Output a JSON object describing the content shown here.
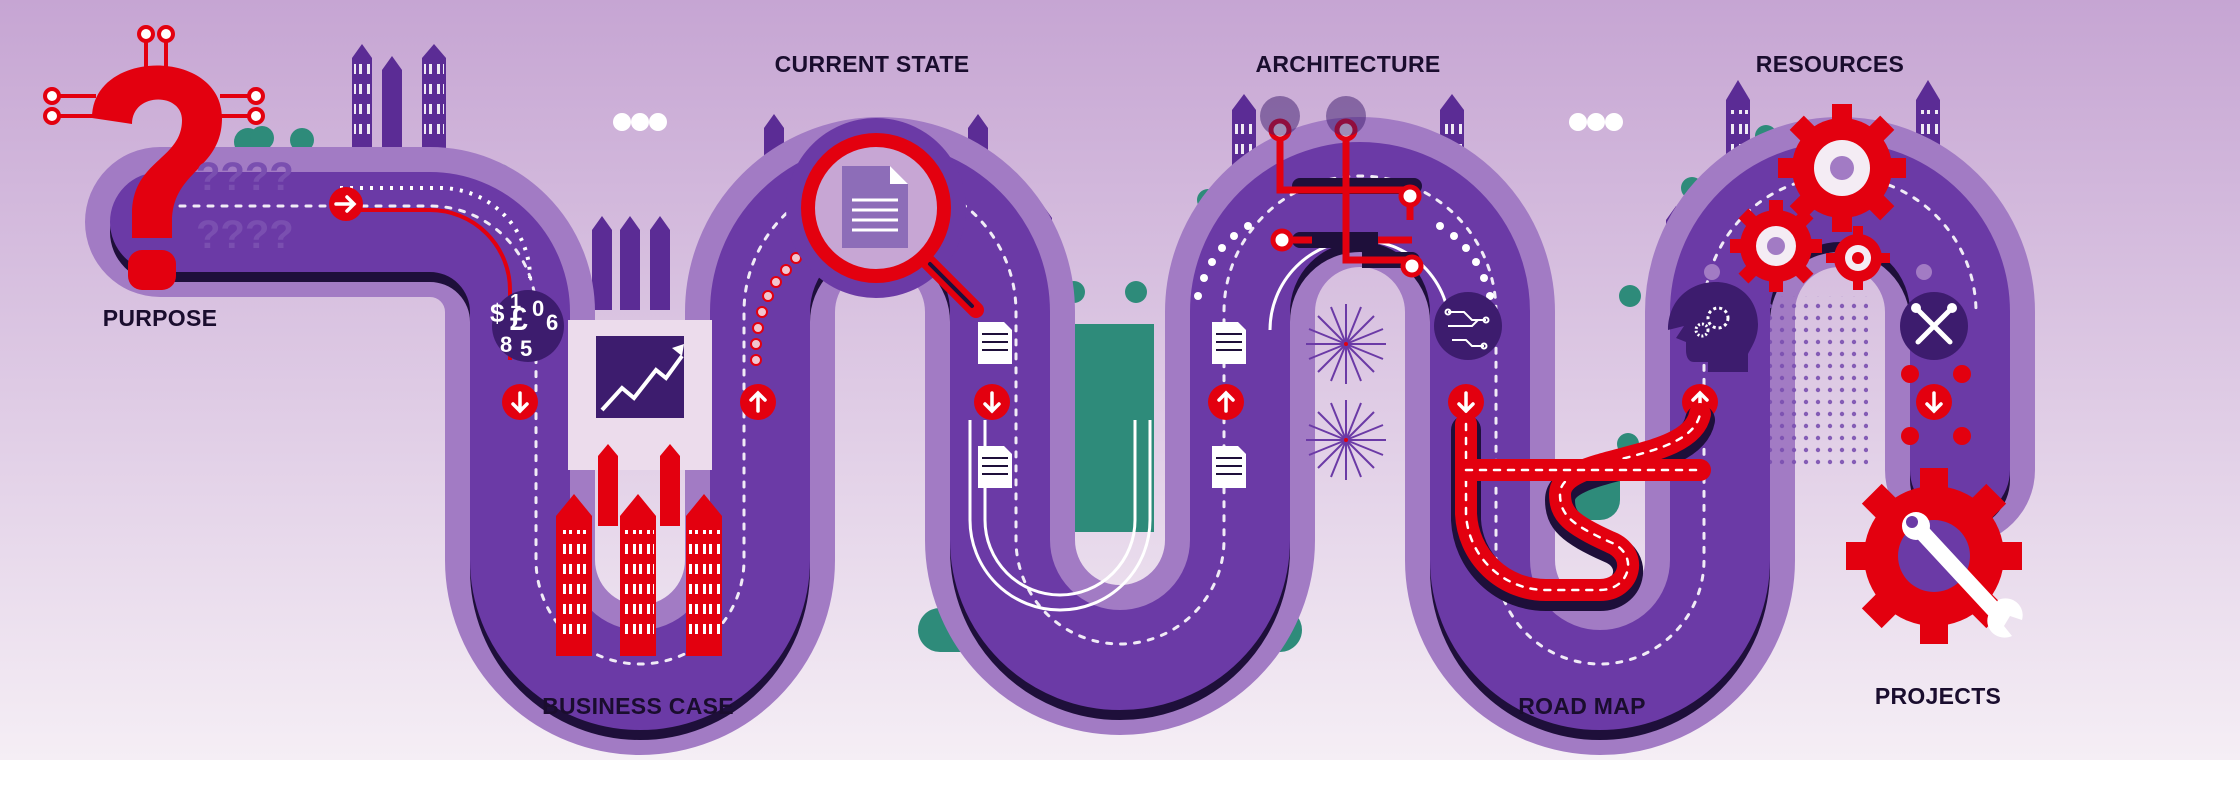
{
  "stages": [
    {
      "id": "purpose",
      "label": "PURPOSE"
    },
    {
      "id": "business-case",
      "label": "BUSINESS CASE"
    },
    {
      "id": "current-state",
      "label": "CURRENT STATE"
    },
    {
      "id": "architecture",
      "label": "ARCHITECTURE"
    },
    {
      "id": "road-map",
      "label": "ROAD MAP"
    },
    {
      "id": "resources",
      "label": "RESOURCES"
    },
    {
      "id": "projects",
      "label": "PROJECTS"
    }
  ],
  "currency_badge": {
    "dollar": "$",
    "pound": "£",
    "one": "1",
    "zero": "0",
    "six": "6",
    "eight": "8",
    "five": "5"
  },
  "question_marks": {
    "row1": "????",
    "row2": "????"
  },
  "colors": {
    "sky_top": "#c7a6d4",
    "sky_bottom": "#f4ecf4",
    "road": "#6b3aa6",
    "road_dark": "#1e0f3a",
    "halo": "#a27bc4",
    "accent": "#e3000f",
    "teal": "#2e8b7a",
    "building": "#5b2c95"
  },
  "icons": [
    "question-mark-icon",
    "magnifier-icon",
    "chart-icon",
    "gear-icon",
    "wrench-icon",
    "tools-icon",
    "head-gears-icon",
    "circuit-icon",
    "document-icon",
    "arrow-icon"
  ]
}
